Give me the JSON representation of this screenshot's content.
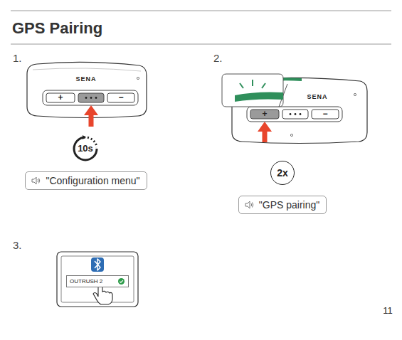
{
  "diagram": {
    "title": "GPS Pairing",
    "nodes": [
      {
        "text": [
          "10s"
        ]
      },
      {
        "text": [
          "\"Configuration menu\""
        ]
      },
      {
        "text": [
          "2x"
        ]
      },
      {
        "text": [
          "\"GPS pairing\""
        ]
      },
      {
        "text": [
          "OUTRUSH 2"
        ]
      }
    ],
    "labels": [
      "1.",
      "SENA",
      "+",
      "−",
      "2.",
      "SENA",
      "+",
      "−",
      "3.",
      "11"
    ]
  }
}
